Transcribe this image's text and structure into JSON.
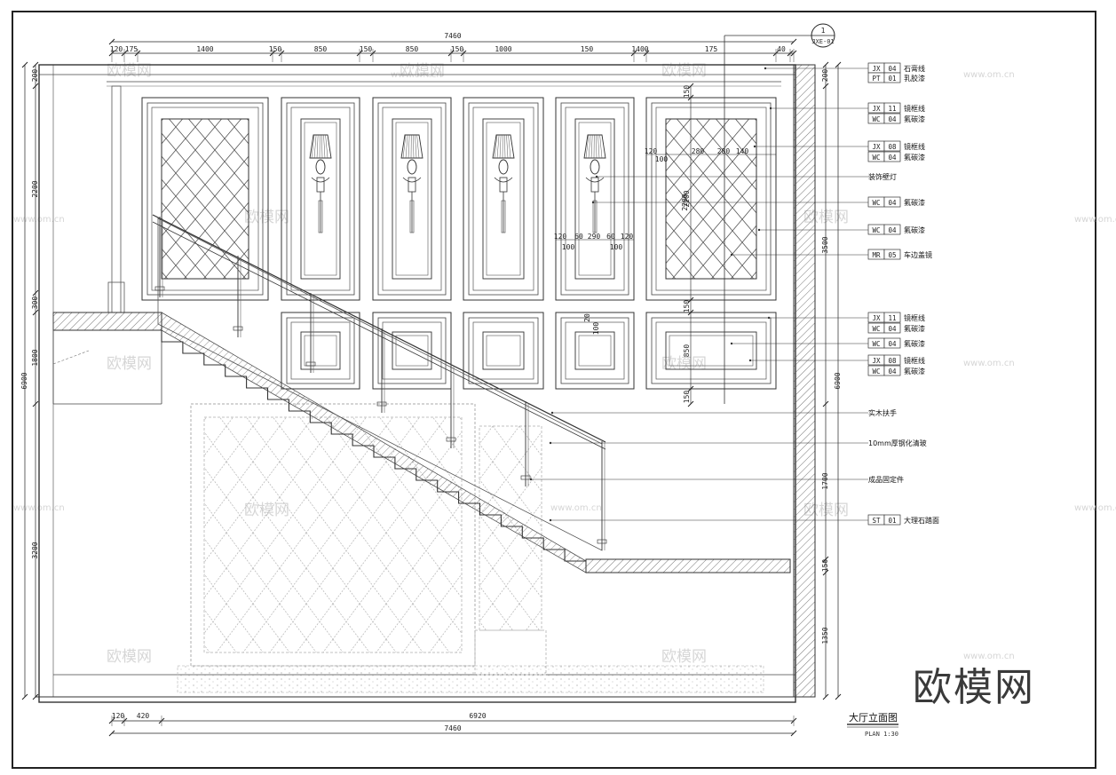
{
  "drawing": {
    "title": "大厅立面图",
    "scale": "PLAN 1:30",
    "index_tag": {
      "number": "1",
      "sheet": "JXE-01"
    },
    "brand": "欧模网",
    "watermark_text": "欧模网",
    "watermark_url": "www.om.cn",
    "top_total": "7460",
    "top_segments": [
      "120",
      "175",
      "1400",
      "150",
      "850",
      "150",
      "850",
      "150",
      "1000",
      "150",
      "1400",
      "175",
      "40"
    ],
    "bottom_segments": [
      "120",
      "420",
      "6920"
    ],
    "bottom_total": "7460",
    "left_total": "6900",
    "left_segments": [
      "200",
      "2200",
      "300",
      "1800",
      "3200"
    ],
    "right_total": "6900",
    "right_segments": [
      "200",
      "3500",
      "1700",
      "150",
      "1350"
    ],
    "inner_vertical": [
      "150",
      "2200",
      "150",
      "850",
      "150"
    ],
    "sconce_dims": [
      "120",
      "60",
      "290",
      "60",
      "120",
      "100",
      "100"
    ],
    "panel_dims": [
      "120",
      "100",
      "280",
      "280",
      "140",
      "2200"
    ],
    "small_dims": [
      "20",
      "100"
    ]
  },
  "legend": [
    {
      "code": "JX",
      "num": "04",
      "text": "石膏线"
    },
    {
      "code": "PT",
      "num": "01",
      "text": "乳胶漆"
    },
    {
      "code": "JX",
      "num": "11",
      "text": "镜框线"
    },
    {
      "code": "WC",
      "num": "04",
      "text": "氟碳漆"
    },
    {
      "code": "JX",
      "num": "08",
      "text": "镜框线"
    },
    {
      "code": "WC",
      "num": "04",
      "text": "氟碳漆"
    },
    {
      "code": "",
      "num": "",
      "text": "装饰壁灯"
    },
    {
      "code": "WC",
      "num": "04",
      "text": "氟碳漆"
    },
    {
      "code": "WC",
      "num": "04",
      "text": "氟碳漆"
    },
    {
      "code": "MR",
      "num": "05",
      "text": "车边盖镜"
    },
    {
      "code": "JX",
      "num": "11",
      "text": "镜框线"
    },
    {
      "code": "WC",
      "num": "04",
      "text": "氟碳漆"
    },
    {
      "code": "WC",
      "num": "04",
      "text": "氟碳漆"
    },
    {
      "code": "JX",
      "num": "08",
      "text": "镜框线"
    },
    {
      "code": "WC",
      "num": "04",
      "text": "氟碳漆"
    },
    {
      "code": "",
      "num": "",
      "text": "实木扶手"
    },
    {
      "code": "",
      "num": "",
      "text": "10mm厚钢化清玻"
    },
    {
      "code": "",
      "num": "",
      "text": "成品固定件"
    },
    {
      "code": "ST",
      "num": "01",
      "text": "大理石踏面"
    }
  ]
}
